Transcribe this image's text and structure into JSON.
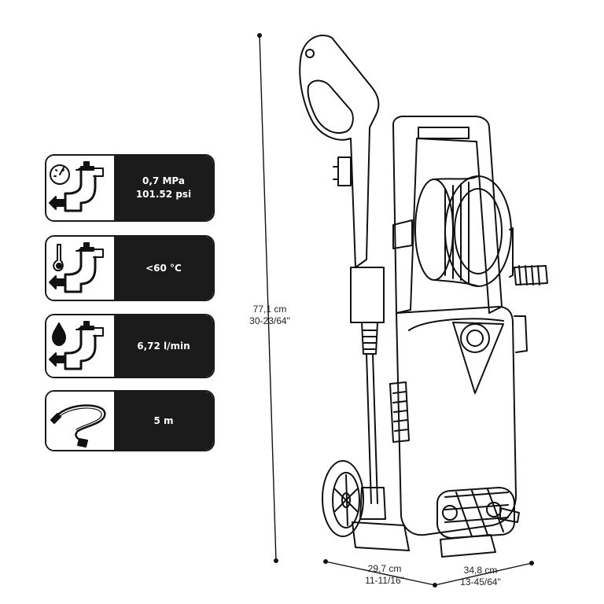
{
  "specs": [
    {
      "icon": "pressure-gauge-tap-icon",
      "line1": "0,7 MPa",
      "line2": "101.52 psi"
    },
    {
      "icon": "thermometer-tap-icon",
      "line1": "<60 °C",
      "line2": ""
    },
    {
      "icon": "water-drop-tap-icon",
      "line1": "6,72 l/min",
      "line2": ""
    },
    {
      "icon": "hose-icon",
      "line1": "5 m",
      "line2": ""
    }
  ],
  "dimensions": {
    "height_cm": "77,1 cm",
    "height_in": "30-23/64\"",
    "width_cm": "29,7 cm",
    "width_in": "11-11/16\"",
    "depth_cm": "34,8 cm",
    "depth_in": "13-45/64\""
  }
}
